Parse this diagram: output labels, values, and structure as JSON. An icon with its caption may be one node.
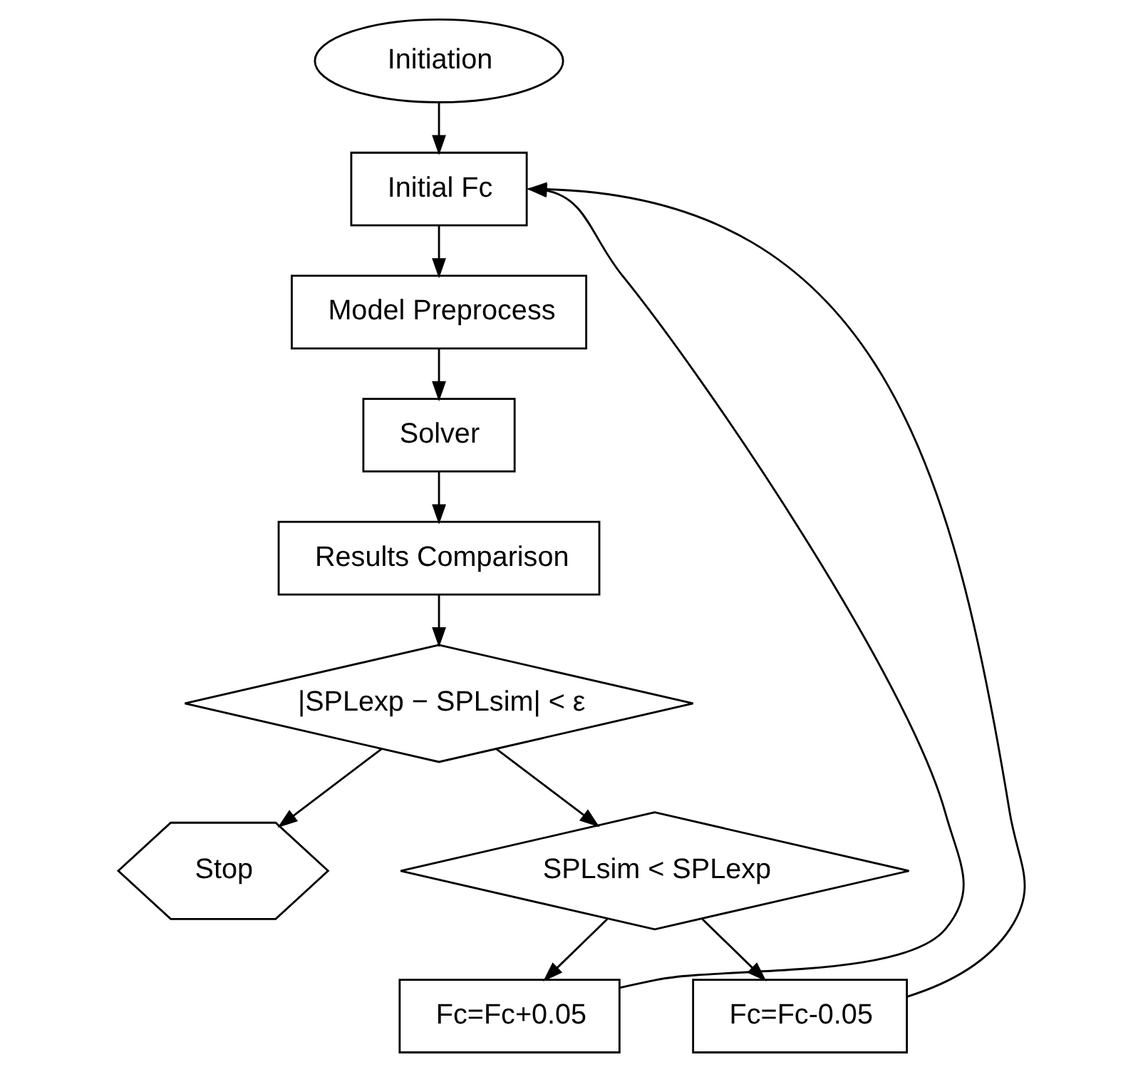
{
  "diagram": {
    "nodes": [
      {
        "text": [
          "Initiation"
        ]
      },
      {
        "text": [
          "Initial Fc"
        ]
      },
      {
        "text": [
          "Model Preprocess"
        ]
      },
      {
        "text": [
          "Solver"
        ]
      },
      {
        "text": [
          "Results Comparison"
        ]
      },
      {
        "text": [
          "|SPLexp − SPLsim| < ε"
        ]
      },
      {
        "text": [
          "Stop"
        ]
      },
      {
        "text": [
          "SPLsim < SPLexp"
        ]
      },
      {
        "text": [
          "Fc=Fc+0.05"
        ]
      },
      {
        "text": [
          "Fc=Fc-0.05"
        ]
      }
    ],
    "edges": [
      {
        "from": 0,
        "to": 1,
        "arrow": "to"
      },
      {
        "from": 1,
        "to": 2,
        "arrow": "to"
      },
      {
        "from": 2,
        "to": 3,
        "arrow": "to"
      },
      {
        "from": 3,
        "to": 4,
        "arrow": "to"
      },
      {
        "from": 4,
        "to": 5,
        "arrow": "to"
      },
      {
        "from": 5,
        "to": 6,
        "arrow": "to"
      },
      {
        "from": 5,
        "to": 7,
        "arrow": "to"
      },
      {
        "from": 7,
        "to": 8,
        "arrow": "to"
      },
      {
        "from": 7,
        "to": 9,
        "arrow": "to"
      },
      {
        "from": 8,
        "to": 1,
        "arrow": "to"
      },
      {
        "from": 9,
        "to": 1,
        "arrow": "to"
      }
    ]
  }
}
